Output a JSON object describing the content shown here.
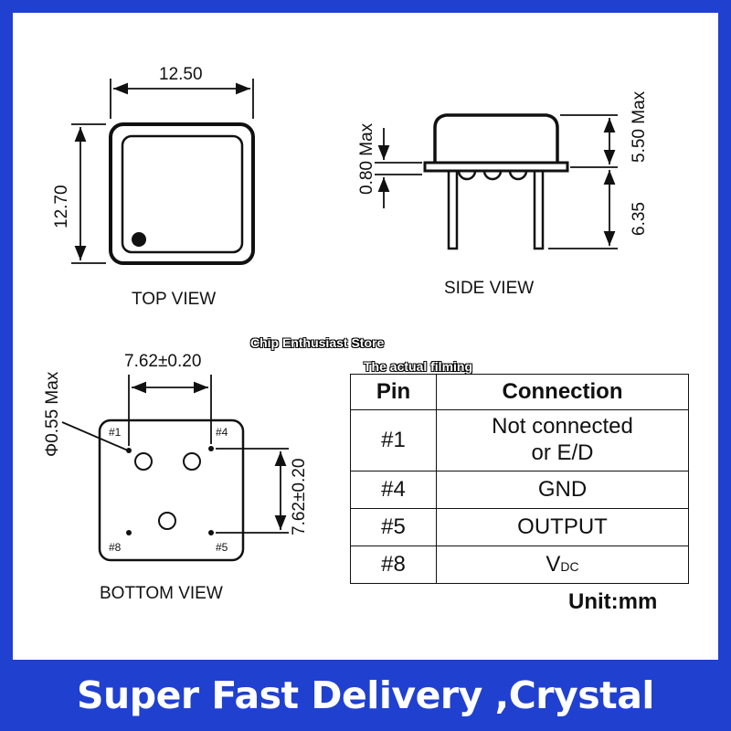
{
  "top_view": {
    "title": "TOP VIEW",
    "width_dim": "12.50",
    "height_dim": "12.70"
  },
  "side_view": {
    "title": "SIDE VIEW",
    "standoff_dim": "0.80 Max",
    "height_dim": "5.50 Max",
    "pin_length_dim": "6.35"
  },
  "bottom_view": {
    "title": "BOTTOM VIEW",
    "pin_diameter_dim": "Φ0.55 Max",
    "pitch_horizontal_dim": "7.62±0.20",
    "pitch_vertical_dim": "7.62±0.20",
    "pin_labels": [
      "#1",
      "#4",
      "#8",
      "#5"
    ]
  },
  "watermarks": {
    "store": "Chip Enthusiast Store",
    "note": "The actual filming"
  },
  "pin_table": {
    "headers": [
      "Pin",
      "Connection"
    ],
    "rows": [
      {
        "pin": "#1",
        "connection_line1": "Not connected",
        "connection_line2": "or E/D"
      },
      {
        "pin": "#4",
        "connection": "GND"
      },
      {
        "pin": "#5",
        "connection": "OUTPUT"
      },
      {
        "pin": "#8",
        "connection_main": "V",
        "connection_sub": "DC"
      }
    ]
  },
  "unit_label": "Unit:mm",
  "footer_text": "Super Fast Delivery ,Crystal oscillator",
  "colors": {
    "background_frame": "#2040d0",
    "panel": "#ffffff",
    "line": "#111111"
  }
}
